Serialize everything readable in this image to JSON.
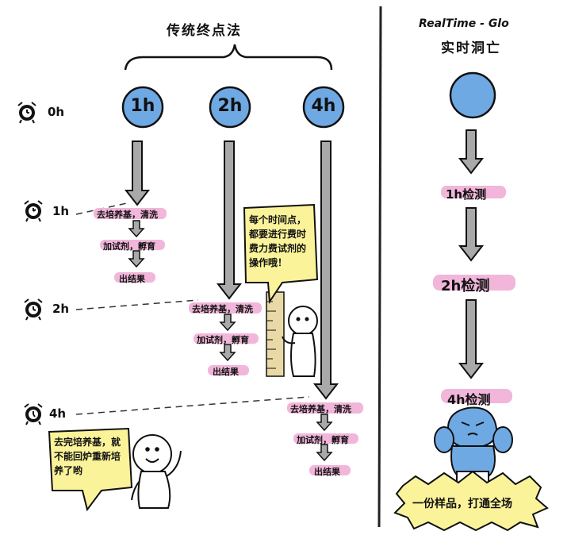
{
  "left_title": "传统终点法",
  "right_title_en": "RealTime - Glo",
  "right_title_cn": "实时洞亡",
  "hours": [
    "0h",
    "1h",
    "2h",
    "4h"
  ],
  "samples": [
    "1h",
    "2h",
    "4h"
  ],
  "steps": {
    "culture": "去培养基，清洗",
    "reagent": "加试剂，孵育",
    "result": "出结果"
  },
  "right_checks": [
    "1h检测",
    "2h检测",
    "4h检测"
  ],
  "note_right": "每个时间点，都要进行费时费力费试剂的操作哦！",
  "note_left": "去完培养基，就不能回炉重新培养了哟",
  "banner": "一份样品，打通全场",
  "colors": {
    "circle_blue": "#6fa9e4",
    "highlight_pink": "#f1b6da",
    "arrow_gray": "#a9a9a9",
    "note_yellow": "#fbf39a"
  }
}
